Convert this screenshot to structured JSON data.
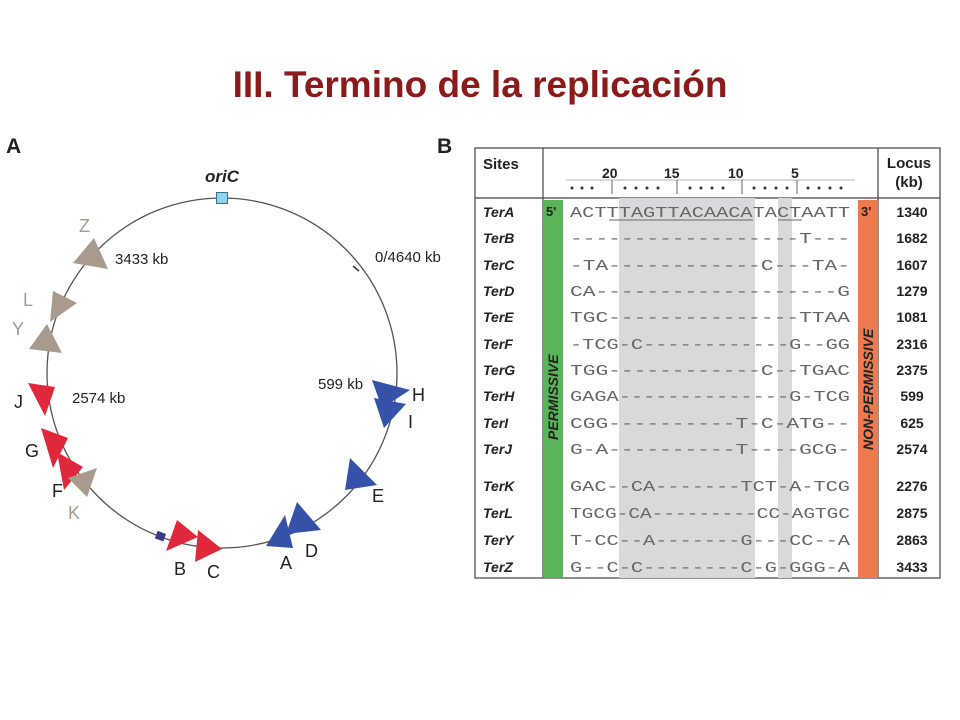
{
  "slide": {
    "title": "III. Termino de la replicación",
    "panel_a_label": "A",
    "panel_b_label": "B"
  },
  "colors": {
    "title": "#8b1a1a",
    "red_sites": "#e0283c",
    "blue_sites": "#3652a8",
    "tan_sites": "#a89a8c",
    "permissive": "#5ab45a",
    "non_permissive": "#ec7a4e",
    "core_shade": "#d9d9db"
  },
  "map": {
    "origin_label": "oriC",
    "position_labels": {
      "kb0": "0/4640 kb",
      "kb599": "599 kb",
      "kb2574": "2574 kb",
      "kb3433": "3433 kb"
    },
    "site_labels": {
      "A": "A",
      "B": "B",
      "C": "C",
      "D": "D",
      "E": "E",
      "F": "F",
      "G": "G",
      "H": "H",
      "I": "I",
      "J": "J",
      "K": "K",
      "L": "L",
      "Y": "Y",
      "Z": "Z"
    }
  },
  "table": {
    "header_sites": "Sites",
    "header_locus_1": "Locus",
    "header_locus_2": "(kb)",
    "position_ticks": [
      "20",
      "15",
      "10",
      "5"
    ],
    "five_prime": "5'",
    "three_prime": "3'",
    "permissive_label": "PERMISSIVE",
    "non_permissive_label": "NON-PERMISSIVE",
    "rows": [
      {
        "site": "TerA",
        "seq": "ACTTTAGTTACAACATACTAATT",
        "locus": "1340"
      },
      {
        "site": "TerB",
        "seq": "------------------T---",
        "locus": "1682"
      },
      {
        "site": "TerC",
        "seq": "-TA------------C---TA-",
        "locus": "1607"
      },
      {
        "site": "TerD",
        "seq": "CA-------------------G",
        "locus": "1279"
      },
      {
        "site": "TerE",
        "seq": "TGC---------------TTAA",
        "locus": "1081"
      },
      {
        "site": "TerF",
        "seq": "-TCG-C------------G--GG",
        "locus": "2316"
      },
      {
        "site": "TerG",
        "seq": "TGG------------C--TGAC",
        "locus": "2375"
      },
      {
        "site": "TerH",
        "seq": "GAGA--------------G-TCG",
        "locus": "599"
      },
      {
        "site": "TerI",
        "seq": "CGG----------T-C-ATG--",
        "locus": "625"
      },
      {
        "site": "TerJ",
        "seq": "G-A----------T----GCG-",
        "locus": "2574"
      },
      {
        "site": "TerK",
        "seq": "GAC--CA-------TCT-A-TCG",
        "locus": "2276"
      },
      {
        "site": "TerL",
        "seq": "TGCG-CA---------CC-AGTGC",
        "locus": "2875"
      },
      {
        "site": "TerY",
        "seq": "T-CC--A-------G---CC--A",
        "locus": "2863"
      },
      {
        "site": "TerZ",
        "seq": "G--C-C--------C-G-GGG-A",
        "locus": "3433"
      }
    ]
  }
}
